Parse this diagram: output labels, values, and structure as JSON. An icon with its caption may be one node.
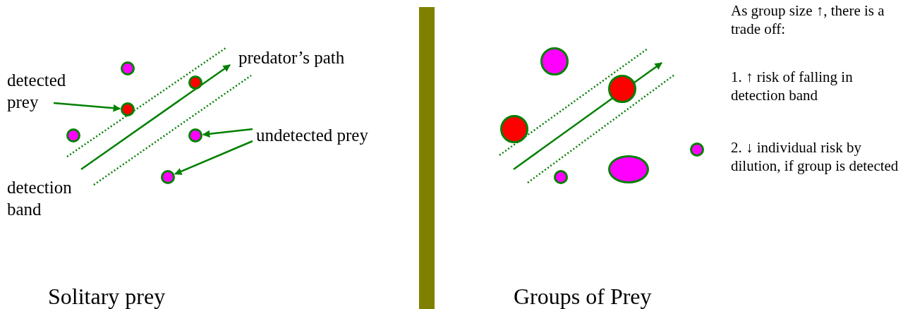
{
  "diagram": {
    "nodes": [
      {
        "text": [
          "detected prey"
        ]
      },
      {
        "text": [
          "undetected prey"
        ]
      },
      {
        "text": [],
        "shape": "circle"
      },
      {
        "text": [],
        "shape": "circle"
      },
      {
        "text": [],
        "shape": "circle"
      },
      {
        "text": [],
        "shape": "circle"
      },
      {
        "text": [],
        "shape": "circle"
      },
      {
        "text": [],
        "shape": "circle"
      },
      {
        "text": [],
        "shape": "circle"
      },
      {
        "text": [],
        "shape": "circle"
      },
      {
        "text": [],
        "shape": "circle"
      },
      {
        "text": [],
        "shape": "circle"
      },
      {
        "text": [],
        "shape": "ellipse"
      },
      {
        "text": [],
        "shape": "circle"
      },
      {
        "text": [],
        "shape": "bar"
      }
    ],
    "edges": [
      {
        "from": 0,
        "to": 4,
        "arrow": "to"
      },
      {
        "from": 1,
        "to": 6,
        "arrow": "to"
      },
      {
        "from": 1,
        "to": 7,
        "arrow": "to"
      }
    ],
    "labels": [
      "predator’s path",
      "detection band",
      "Solitary prey",
      "Groups of Prey",
      "As group size ↑, there is a trade off:",
      "1. ↑ risk of falling in detection band",
      "2. ↓ individual risk by dilution, if group is detected"
    ]
  }
}
